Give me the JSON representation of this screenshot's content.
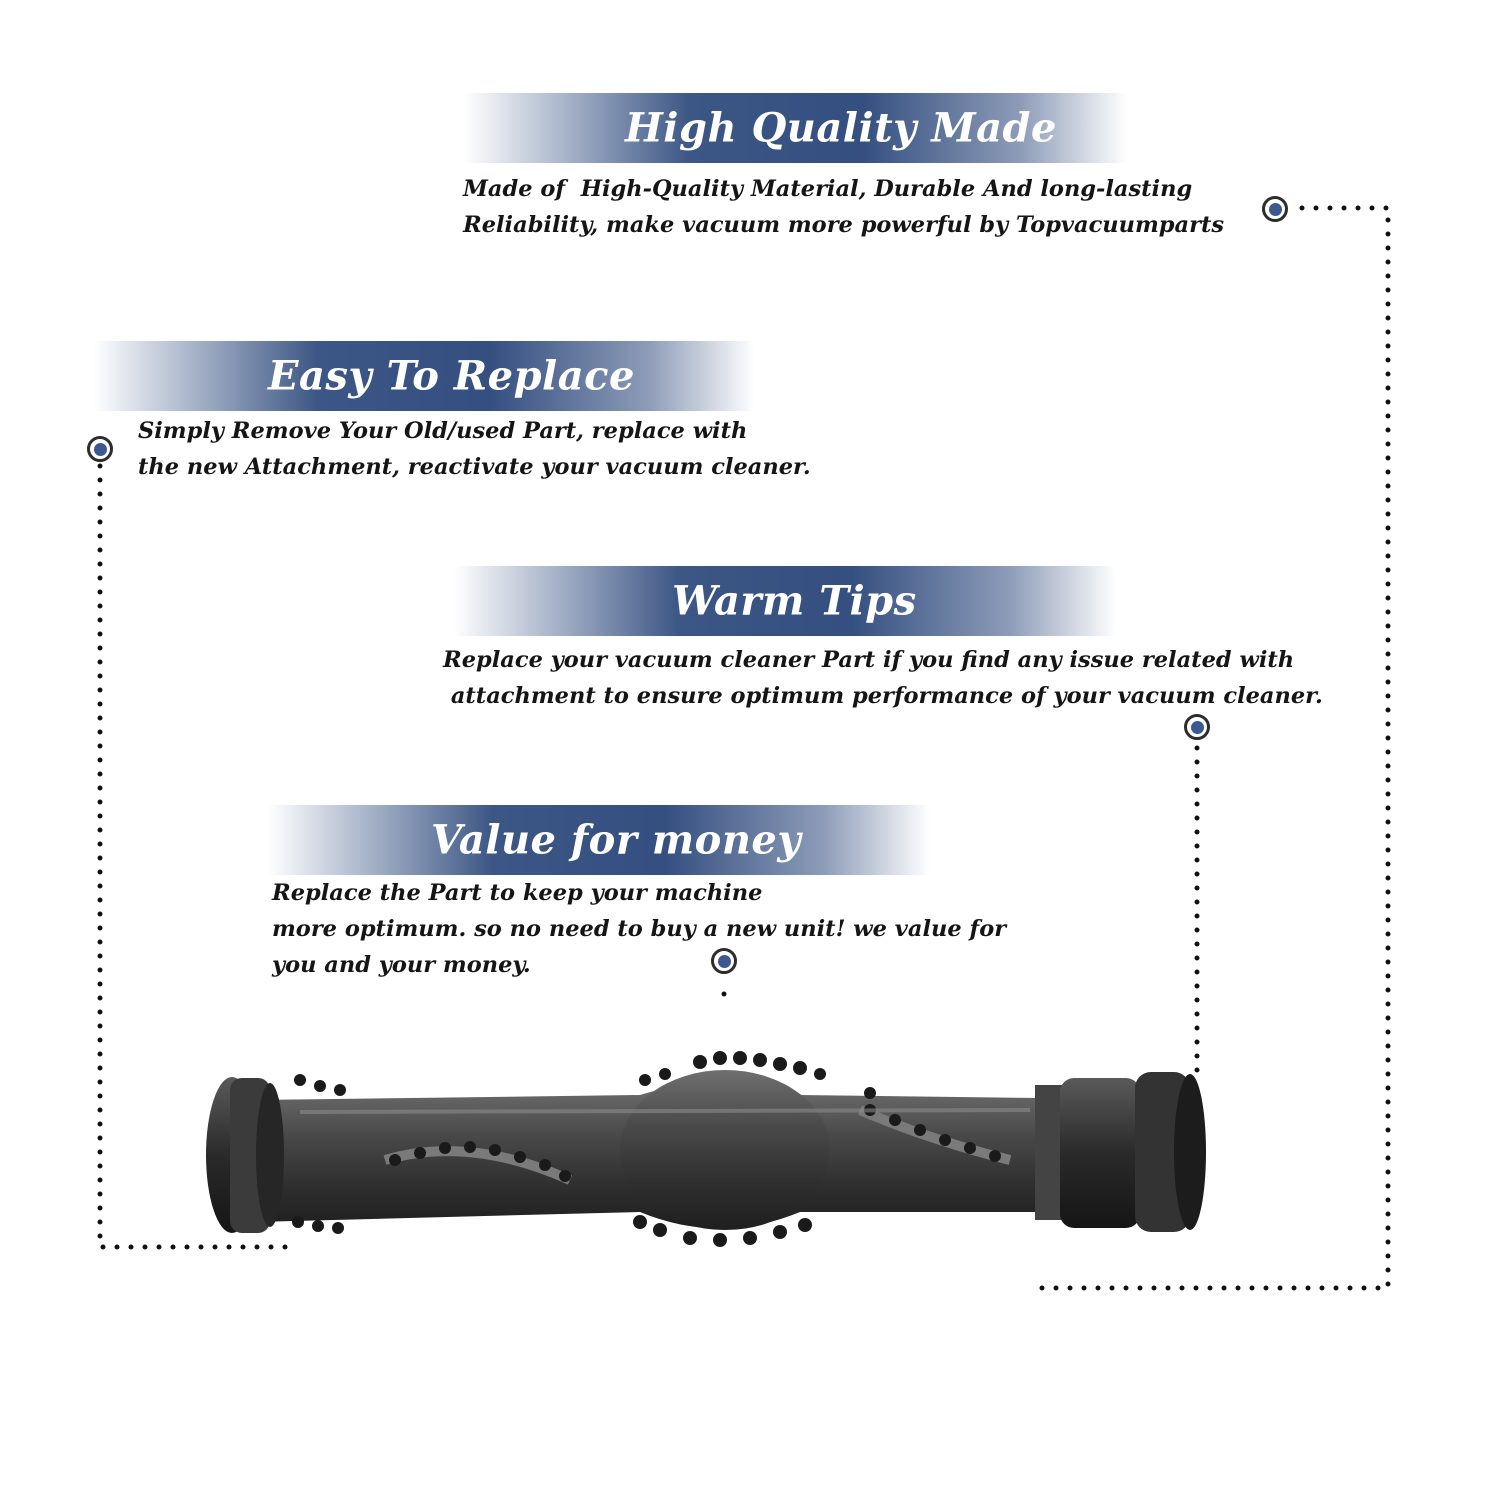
{
  "sections": [
    {
      "title": "High Quality Made",
      "lines": [
        "Made of  High-Quality Material, Durable And long-lasting",
        "Reliability, make vacuum more powerful by Topvacuumparts"
      ]
    },
    {
      "title": "Easy To Replace",
      "lines": [
        "Simply Remove Your Old/used Part, replace with",
        "the new Attachment, reactivate your vacuum cleaner."
      ]
    },
    {
      "title": "Warm Tips",
      "lines": [
        "Replace your vacuum cleaner Part if you find any issue related with",
        " attachment to ensure optimum performance of your vacuum cleaner."
      ]
    },
    {
      "title": "Value for money",
      "lines": [
        "Replace the Part to keep your machine",
        "more optimum. so no need to buy a new unit! we value for",
        "you and your money."
      ]
    }
  ],
  "colors": {
    "banner_blue": "#3c5685",
    "marker_blue": "#3b5991",
    "text": "#151515"
  },
  "icons": [
    "target-marker-icon",
    "brushroll-image"
  ]
}
